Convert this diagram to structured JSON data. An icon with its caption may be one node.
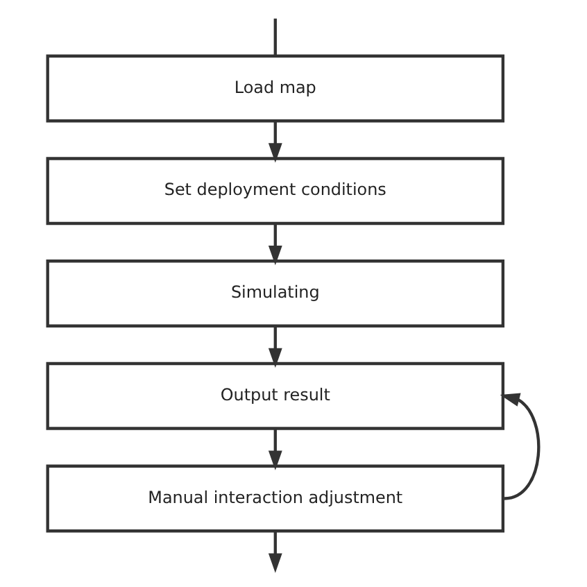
{
  "diagram": {
    "nodes": [
      {
        "text": [
          "Load map"
        ]
      },
      {
        "text": [
          "Set deployment conditions"
        ]
      },
      {
        "text": [
          "Simulating"
        ]
      },
      {
        "text": [
          "Output result"
        ]
      },
      {
        "text": [
          "Manual interaction adjustment"
        ]
      }
    ],
    "edges": [
      {
        "from": null,
        "to": 0,
        "arrow": "none"
      },
      {
        "from": 0,
        "to": 1,
        "arrow": "to"
      },
      {
        "from": 1,
        "to": 2,
        "arrow": "to"
      },
      {
        "from": 2,
        "to": 3,
        "arrow": "to"
      },
      {
        "from": 3,
        "to": 4,
        "arrow": "to"
      },
      {
        "from": 4,
        "to": 3,
        "arrow": "to"
      },
      {
        "from": 4,
        "to": null,
        "arrow": "to"
      }
    ]
  }
}
